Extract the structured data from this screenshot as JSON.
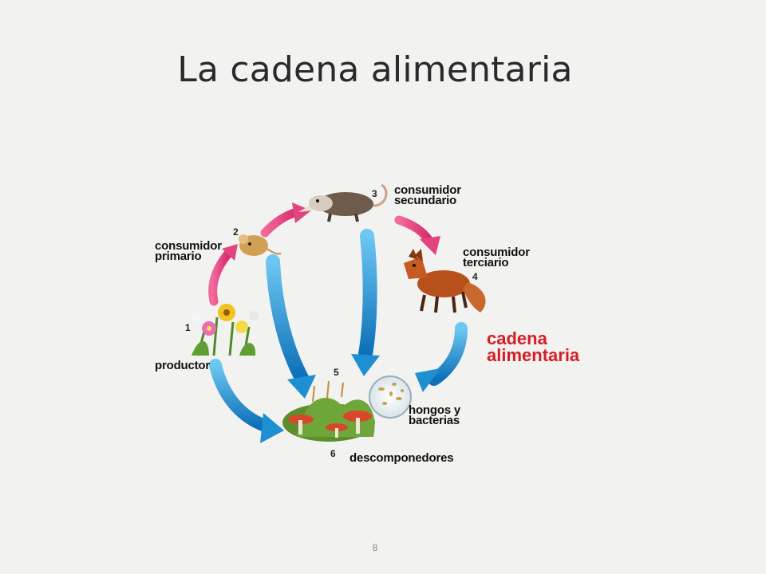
{
  "slide": {
    "title": "La cadena alimentaria",
    "page_number": "8"
  },
  "diagram": {
    "nodes": [
      {
        "number": "1",
        "label": "productor"
      },
      {
        "number": "2",
        "label": "consumidor primario",
        "line1": "consumidor",
        "line2": "primario"
      },
      {
        "number": "3",
        "label": "consumidor secundario",
        "line1": "consumidor",
        "line2": "secundario"
      },
      {
        "number": "4",
        "label": "consumidor terciario",
        "line1": "consumidor",
        "line2": "terciario"
      },
      {
        "number": "5",
        "label": "hongos y bacterias",
        "line1": "hongos y",
        "line2": "bacterias"
      },
      {
        "number": "6",
        "label": "descomponedores"
      }
    ],
    "caption": {
      "line1": "cadena",
      "line2": "alimentaria"
    },
    "colors": {
      "cycle_arrow": "#e2447f",
      "decomposition_arrow": "#1e8fd0",
      "caption": "#d51e24"
    }
  }
}
